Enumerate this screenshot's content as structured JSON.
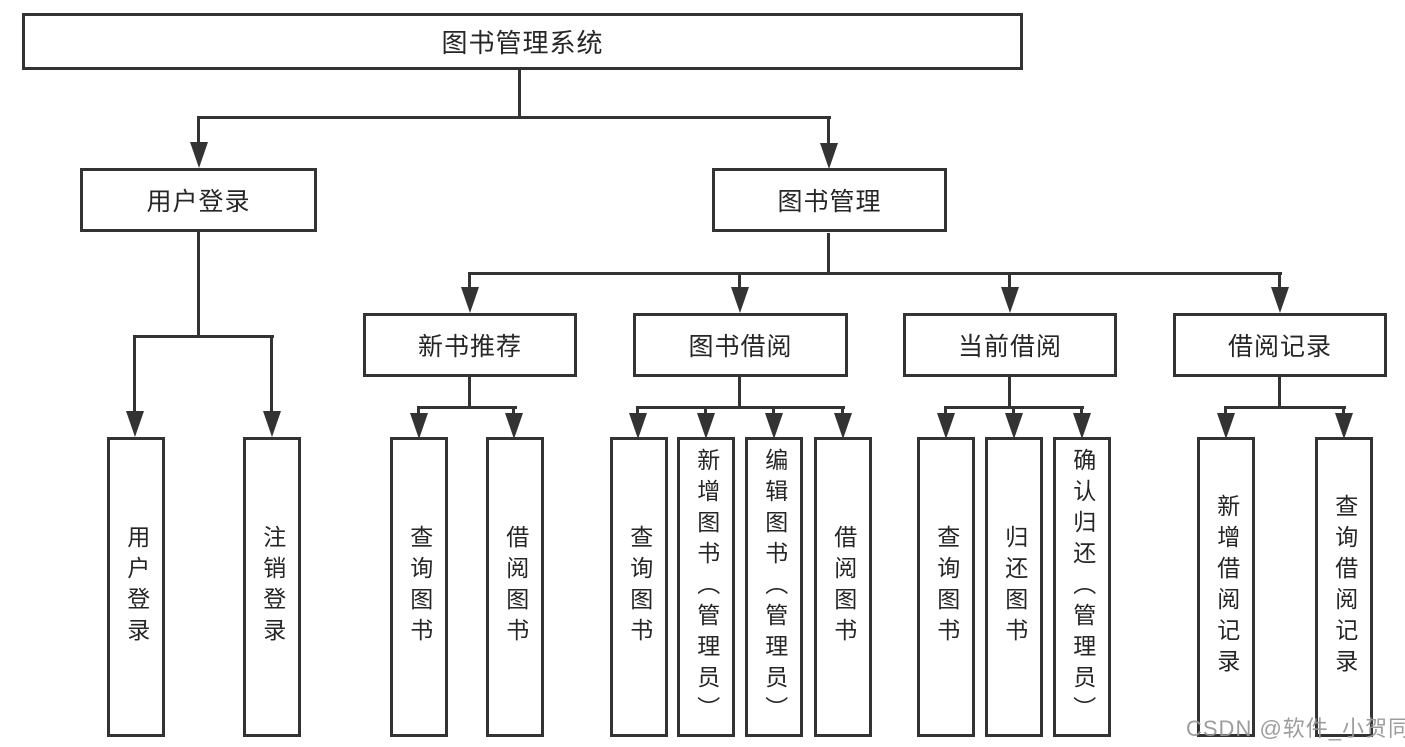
{
  "diagram": {
    "title": "图书管理系统",
    "root": {
      "label": "图书管理系统"
    },
    "level2": [
      {
        "label": "用户登录"
      },
      {
        "label": "图书管理"
      }
    ],
    "level3": [
      {
        "label": "新书推荐"
      },
      {
        "label": "图书借阅"
      },
      {
        "label": "当前借阅"
      },
      {
        "label": "借阅记录"
      }
    ],
    "leaves": [
      {
        "label": "用户登录"
      },
      {
        "label": "注销登录"
      },
      {
        "label": "查询图书"
      },
      {
        "label": "借阅图书"
      },
      {
        "label": "查询图书"
      },
      {
        "label": "新增图书（管理员）"
      },
      {
        "label": "编辑图书（管理员）"
      },
      {
        "label": "借阅图书"
      },
      {
        "label": "查询图书"
      },
      {
        "label": "归还图书"
      },
      {
        "label": "确认归还（管理员）"
      },
      {
        "label": "新增借阅记录"
      },
      {
        "label": "查询借阅记录"
      }
    ]
  },
  "watermark": {
    "text": "CSDN @软件_小贺同学"
  },
  "colors": {
    "line": "#333333",
    "text": "#262626",
    "watermark": "#989898",
    "background": "#ffffff"
  }
}
